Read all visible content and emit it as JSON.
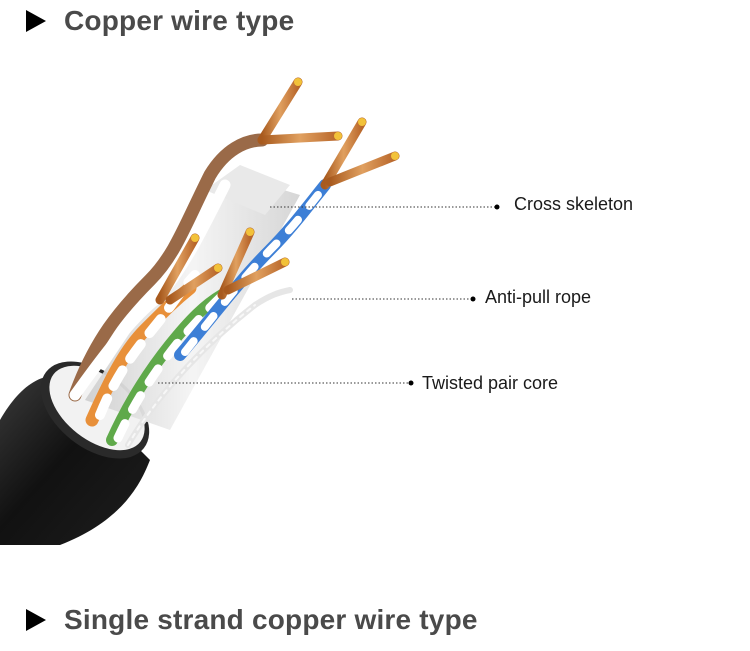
{
  "headings": {
    "top": "Copper wire type",
    "bottom": "Single strand copper wire type"
  },
  "callouts": {
    "cross_skeleton": "Cross skeleton",
    "anti_pull_rope": "Anti-pull rope",
    "twisted_pair_core": "Twisted pair core"
  },
  "colors": {
    "jacket": "#161616",
    "copper": "#c9782f",
    "pair_brown": "#9a6a48",
    "pair_orange": "#e8903a",
    "pair_green": "#5fa94a",
    "pair_blue": "#3d7fd6",
    "skeleton": "#d9d9d9"
  }
}
